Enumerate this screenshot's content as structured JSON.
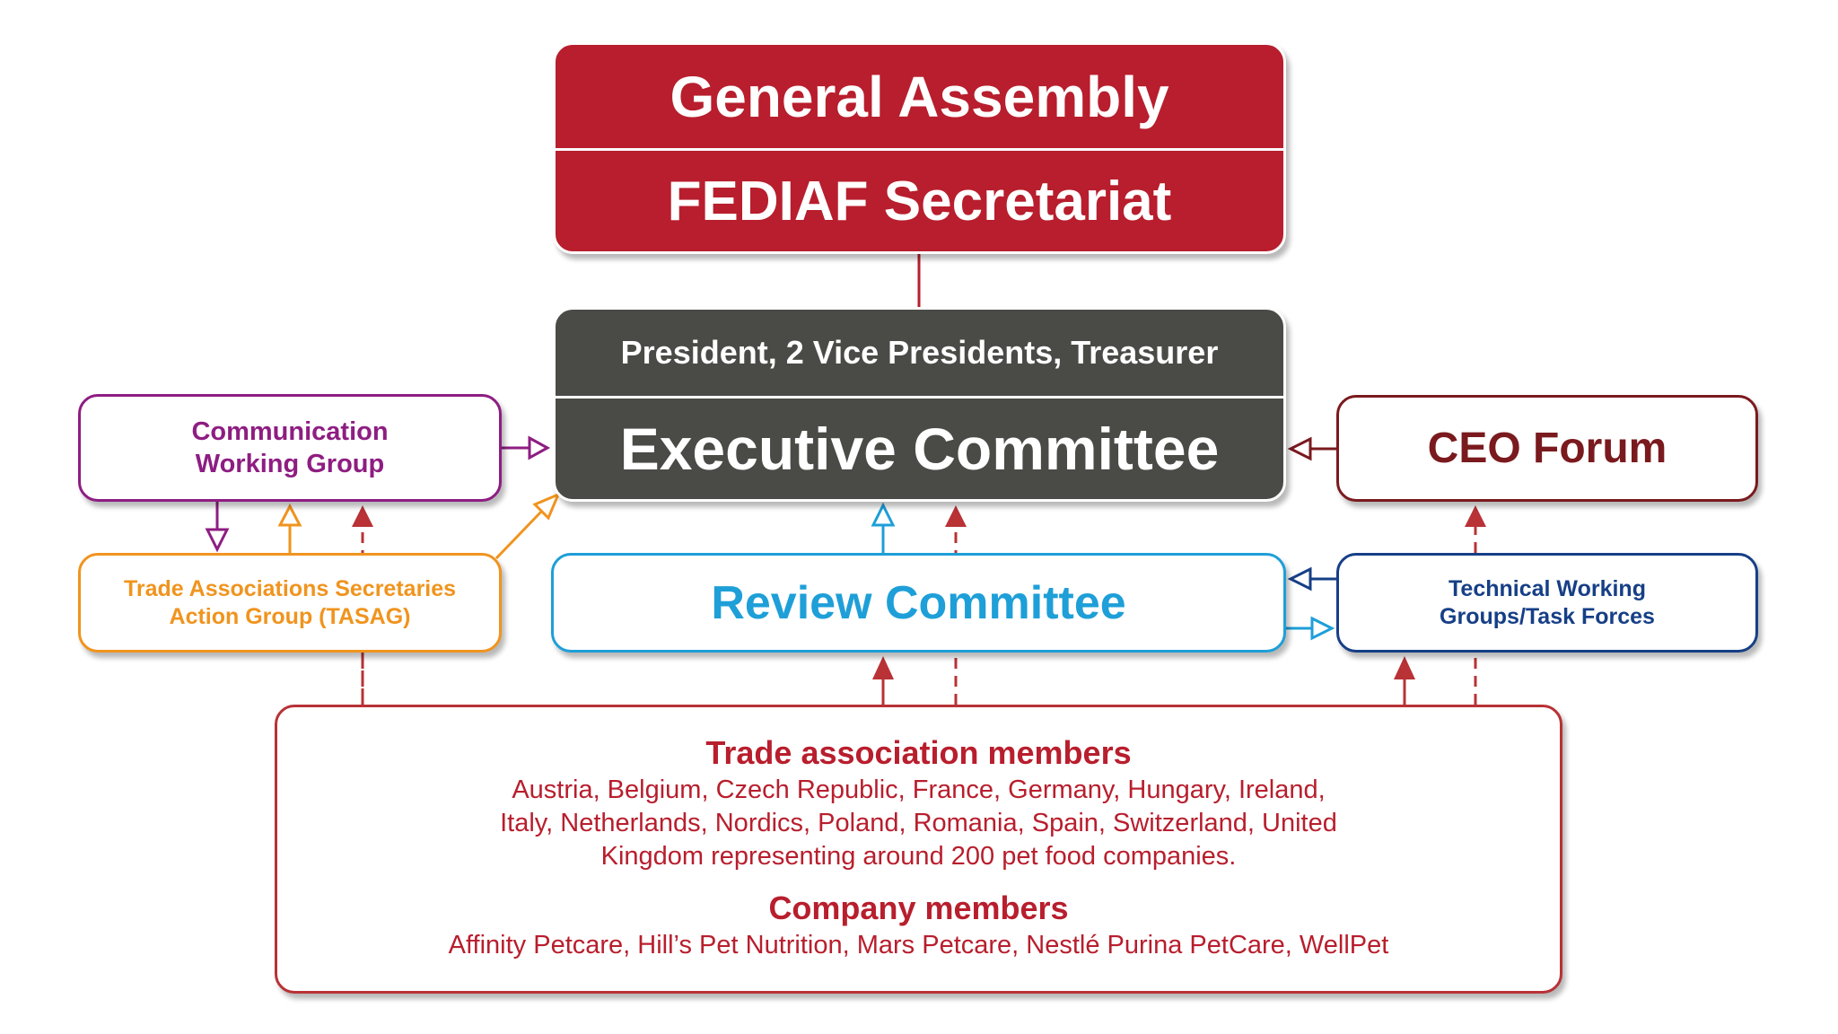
{
  "top_box": {
    "title": "General Assembly",
    "subtitle": "FEDIAF Secretariat",
    "color": "#b81e2d"
  },
  "executive_box": {
    "members": "President, 2 Vice Presidents, Treasurer",
    "title": "Executive Committee",
    "color": "#4a4a46"
  },
  "communication_group": {
    "line1": "Communication",
    "line2": "Working Group",
    "color": "#8e1d82"
  },
  "ceo_forum": {
    "title": "CEO Forum",
    "color": "#7a1a1e"
  },
  "tasag": {
    "line1": "Trade Associations Secretaries",
    "line2": "Action Group (TASAG)",
    "color": "#f0941e"
  },
  "review_committee": {
    "title": "Review Committee",
    "color": "#1e9fd8"
  },
  "technical_groups": {
    "line1": "Technical Working",
    "line2": "Groups/Task Forces",
    "color": "#163f86"
  },
  "members_box": {
    "trade_heading": "Trade association members",
    "trade_line1": "Austria, Belgium, Czech Republic, France, Germany, Hungary, Ireland,",
    "trade_line2": "Italy, Netherlands, Nordics, Poland, Romania, Spain, Switzerland, United",
    "trade_line3": "Kingdom representing around 200 pet food companies.",
    "company_heading": "Company members",
    "company_list": "Affinity Petcare, Hill’s Pet Nutrition, Mars Petcare, Nestlé Purina PetCare, WellPet",
    "color": "#b81e2d"
  }
}
